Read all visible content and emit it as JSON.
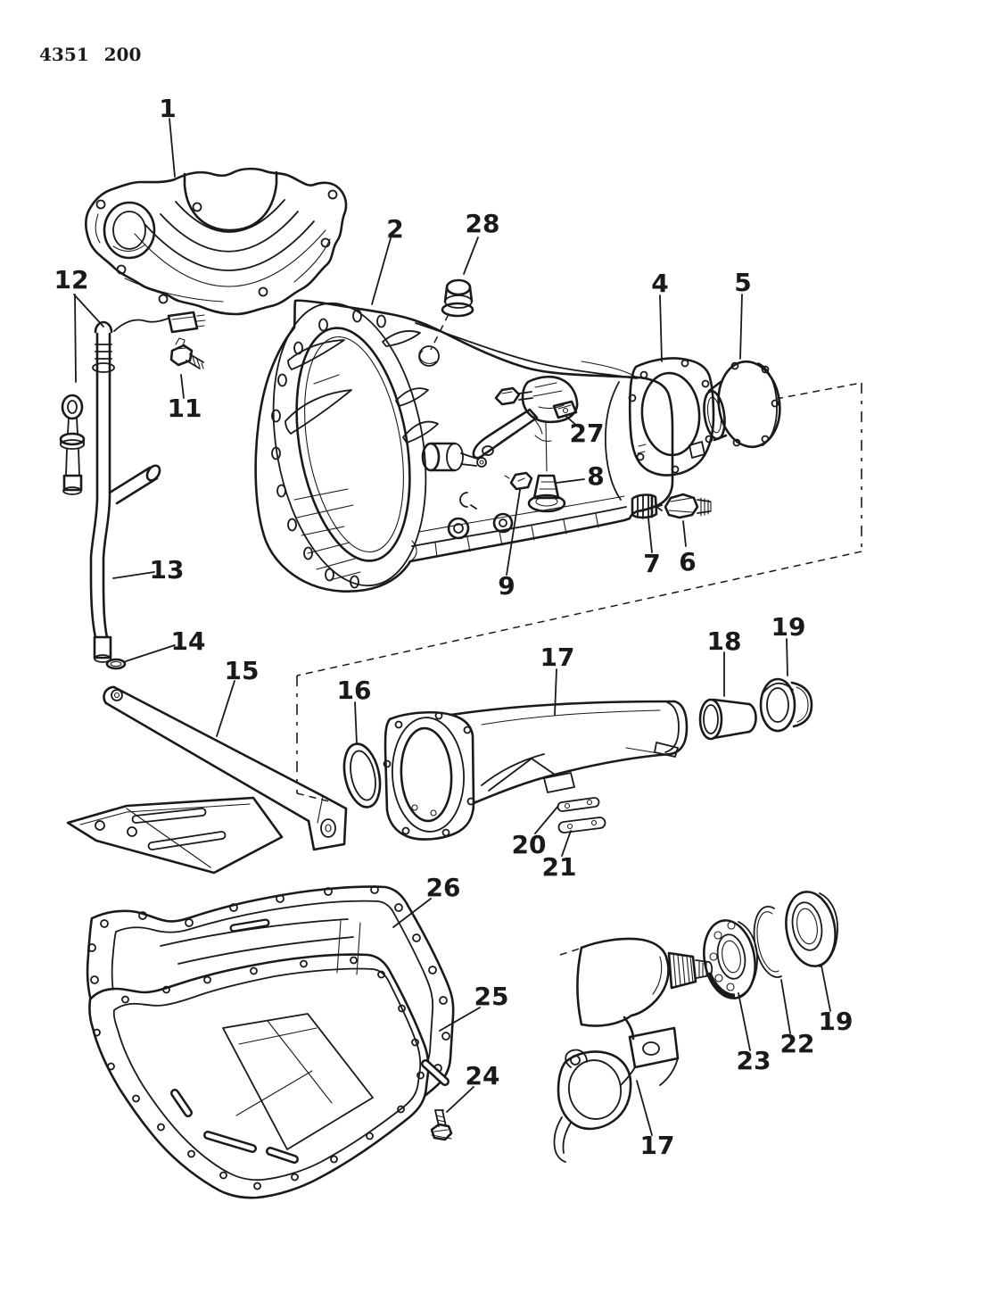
{
  "document": {
    "code": "4351 200"
  },
  "colors": {
    "ink": "#1a1a1a",
    "paper": "#ffffff"
  },
  "callouts": [
    {
      "label": "1"
    },
    {
      "label": "2"
    },
    {
      "label": "4"
    },
    {
      "label": "5"
    },
    {
      "label": "6"
    },
    {
      "label": "7"
    },
    {
      "label": "8"
    },
    {
      "label": "9"
    },
    {
      "label": "11"
    },
    {
      "label": "12"
    },
    {
      "label": "13"
    },
    {
      "label": "14"
    },
    {
      "label": "15"
    },
    {
      "label": "16"
    },
    {
      "label": "17"
    },
    {
      "label": "18"
    },
    {
      "label": "19"
    },
    {
      "label": "20"
    },
    {
      "label": "21"
    },
    {
      "label": "22"
    },
    {
      "label": "23"
    },
    {
      "label": "19"
    },
    {
      "label": "17"
    },
    {
      "label": "24"
    },
    {
      "label": "25"
    },
    {
      "label": "26"
    },
    {
      "label": "27"
    },
    {
      "label": "28"
    }
  ]
}
